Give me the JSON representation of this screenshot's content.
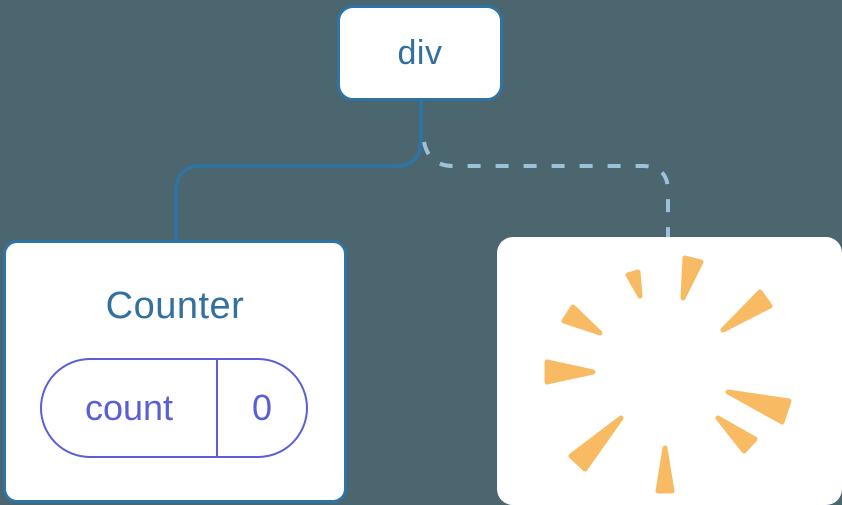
{
  "diagram": {
    "description": "react component tree diagram",
    "root": {
      "label": "div"
    },
    "counter": {
      "title": "Counter",
      "state": {
        "name": "count",
        "value": "0"
      }
    },
    "removed": {
      "icon": "poof-icon"
    },
    "colors": {
      "background": "#4c6670",
      "accent_blue": "#2e74a4",
      "text_blue": "#31709f",
      "dashed_light_blue": "#9cc2da",
      "state_purple": "#5a5fd6",
      "poof_orange": "#f8bb63",
      "card_white": "#ffffff"
    }
  }
}
